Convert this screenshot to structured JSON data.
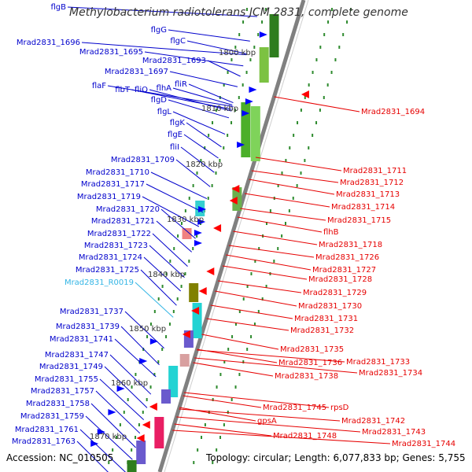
{
  "title": "Methylobacterium radiotolerans JCM 2831, complete genome",
  "accession": "Accession: NC_010505",
  "topology": "Topology: circular; Length: 6,077,833 bp; Genes: 5,755",
  "colors": {
    "left_label": "#0000cc",
    "right_label": "#e60000",
    "rna_label": "#33b5e5",
    "backbone": "#808080",
    "ticks_dotted": "#2e8b2e"
  },
  "scale_labels": [
    "1800 kbp",
    "1810 kbp",
    "1820 kbp",
    "1830 kbp",
    "1840 kbp",
    "1850 kbp",
    "1860 kbp",
    "1870 kbp"
  ],
  "left_labels": [
    "flgB",
    "flgG",
    "flgC",
    "Mrad2831_1696",
    "Mrad2831_1695",
    "Mrad2831_1693",
    "Mrad2831_1697",
    "flhA",
    "fliR",
    "flgD",
    "flbT",
    "fliQ",
    "flaF",
    "flgL",
    "flgK",
    "flgE",
    "fliI",
    "Mrad2831_1709",
    "Mrad2831_1710",
    "Mrad2831_1717",
    "Mrad2831_1719",
    "Mrad2831_1720",
    "Mrad2831_1721",
    "Mrad2831_1722",
    "Mrad2831_1723",
    "Mrad2831_1724",
    "Mrad2831_1725",
    "Mrad2831_R0019",
    "Mrad2831_1737",
    "Mrad2831_1739",
    "Mrad2831_1741",
    "Mrad2831_1747",
    "Mrad2831_1749",
    "Mrad2831_1755",
    "Mrad2831_1757",
    "Mrad2831_1758",
    "Mrad2831_1759",
    "Mrad2831_1761",
    "Mrad2831_1763"
  ],
  "right_labels": [
    "Mrad2831_1694",
    "Mrad2831_1711",
    "Mrad2831_1712",
    "Mrad2831_1713",
    "Mrad2831_1714",
    "Mrad2831_1715",
    "flhB",
    "Mrad2831_1718",
    "Mrad2831_1726",
    "Mrad2831_1727",
    "Mrad2831_1728",
    "Mrad2831_1729",
    "Mrad2831_1730",
    "Mrad2831_1731",
    "Mrad2831_1732",
    "Mrad2831_1735",
    "Mrad2831_1736",
    "Mrad2831_1733",
    "Mrad2831_1734",
    "Mrad2831_1738",
    "Mrad2831_1745",
    "rpsD",
    "gpsA",
    "Mrad2831_1742",
    "Mrad2831_1743",
    "Mrad2831_1744",
    "Mrad2831_1748"
  ]
}
